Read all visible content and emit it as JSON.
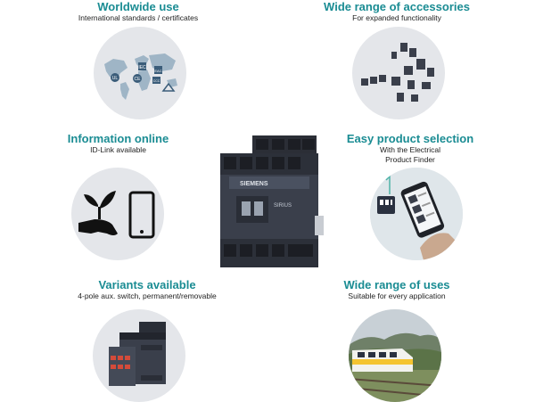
{
  "features": [
    {
      "title": "Worldwide use",
      "subtitle": "International standards / certificates"
    },
    {
      "title": "Wide range of accessories",
      "subtitle": "For expanded functionality"
    },
    {
      "title": "Information online",
      "subtitle": "ID-Link available"
    },
    {
      "title": "Easy product selection",
      "subtitle_lines": [
        "With the Electrical",
        "Product Finder"
      ]
    },
    {
      "title": "Variants available",
      "subtitle": "4-pole aux. switch, permanent/removable"
    },
    {
      "title": "Wide range of uses",
      "subtitle": "Suitable for every application"
    }
  ],
  "product": {
    "brand": "SIEMENS",
    "model": "SIRIUS"
  },
  "cert_marks": [
    "UL",
    "CE",
    "IEC",
    "EAC",
    "CCC"
  ],
  "colors": {
    "accent": "#1a8c93",
    "circle_bg": "#e4e6ea",
    "device": "#3a3f4b",
    "device_dark": "#22252d"
  },
  "icons": [
    "world-map-icon",
    "accessories-icon",
    "plant-hand-icon",
    "smartphone-icon",
    "phone-in-hand-icon",
    "contactor-variant-icon",
    "train-icon"
  ]
}
